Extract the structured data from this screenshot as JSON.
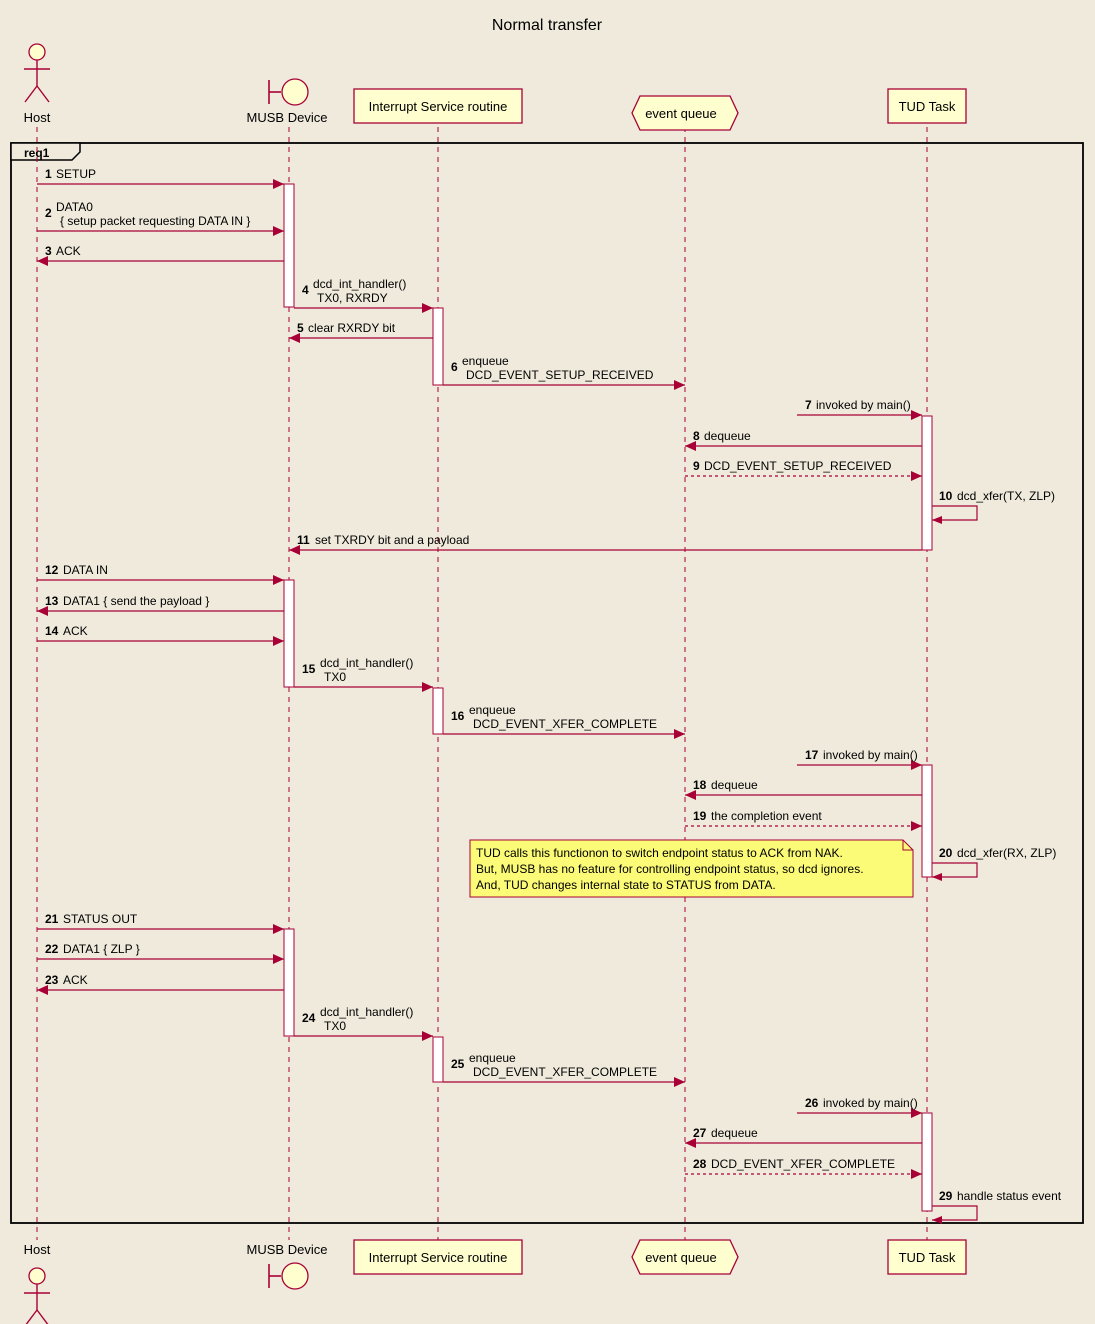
{
  "title": "Normal transfer",
  "participants": [
    {
      "name": "Host",
      "kind": "actor"
    },
    {
      "name": "MUSB Device",
      "kind": "boundary"
    },
    {
      "name": "Interrupt Service routine",
      "kind": "participant"
    },
    {
      "name": "event queue",
      "kind": "queue"
    },
    {
      "name": "TUD Task",
      "kind": "participant"
    }
  ],
  "group": {
    "label": "req1"
  },
  "messages": [
    {
      "n": "1",
      "from": 0,
      "to": 1,
      "lines": [
        "SETUP"
      ]
    },
    {
      "n": "2",
      "from": 0,
      "to": 1,
      "lines": [
        "DATA0",
        "{ setup packet requesting DATA IN }"
      ]
    },
    {
      "n": "3",
      "from": 1,
      "to": 0,
      "lines": [
        "ACK"
      ]
    },
    {
      "n": "4",
      "from": 1,
      "to": 2,
      "lines": [
        "dcd_int_handler()",
        "TX0, RXRDY"
      ]
    },
    {
      "n": "5",
      "from": 2,
      "to": 1,
      "lines": [
        "clear RXRDY bit"
      ]
    },
    {
      "n": "6",
      "from": 2,
      "to": 3,
      "lines": [
        "enqueue",
        "DCD_EVENT_SETUP_RECEIVED"
      ]
    },
    {
      "n": "7",
      "from": "found",
      "to": 4,
      "lines": [
        "invoked by main()"
      ]
    },
    {
      "n": "8",
      "from": 4,
      "to": 3,
      "lines": [
        "dequeue"
      ]
    },
    {
      "n": "9",
      "from": 3,
      "to": 4,
      "lines": [
        "DCD_EVENT_SETUP_RECEIVED"
      ],
      "dashed": true
    },
    {
      "n": "10",
      "from": 4,
      "to": 4,
      "lines": [
        "dcd_xfer(TX, ZLP)"
      ]
    },
    {
      "n": "11",
      "from": 4,
      "to": 1,
      "lines": [
        "set TXRDY bit and a payload"
      ]
    },
    {
      "n": "12",
      "from": 0,
      "to": 1,
      "lines": [
        "DATA IN"
      ]
    },
    {
      "n": "13",
      "from": 1,
      "to": 0,
      "lines": [
        "DATA1 { send the payload }"
      ]
    },
    {
      "n": "14",
      "from": 0,
      "to": 1,
      "lines": [
        "ACK"
      ]
    },
    {
      "n": "15",
      "from": 1,
      "to": 2,
      "lines": [
        "dcd_int_handler()",
        "TX0"
      ]
    },
    {
      "n": "16",
      "from": 2,
      "to": 3,
      "lines": [
        "enqueue",
        "DCD_EVENT_XFER_COMPLETE"
      ]
    },
    {
      "n": "17",
      "from": "found",
      "to": 4,
      "lines": [
        "invoked by main()"
      ]
    },
    {
      "n": "18",
      "from": 4,
      "to": 3,
      "lines": [
        "dequeue"
      ]
    },
    {
      "n": "19",
      "from": 3,
      "to": 4,
      "lines": [
        "the completion event"
      ],
      "dashed": true
    },
    {
      "n": "20",
      "from": 4,
      "to": 4,
      "lines": [
        "dcd_xfer(RX, ZLP)"
      ]
    },
    {
      "n": "21",
      "from": 0,
      "to": 1,
      "lines": [
        "STATUS OUT"
      ]
    },
    {
      "n": "22",
      "from": 0,
      "to": 1,
      "lines": [
        "DATA1 { ZLP }"
      ]
    },
    {
      "n": "23",
      "from": 1,
      "to": 0,
      "lines": [
        "ACK"
      ]
    },
    {
      "n": "24",
      "from": 1,
      "to": 2,
      "lines": [
        "dcd_int_handler()",
        "TX0"
      ]
    },
    {
      "n": "25",
      "from": 2,
      "to": 3,
      "lines": [
        "enqueue",
        "DCD_EVENT_XFER_COMPLETE"
      ]
    },
    {
      "n": "26",
      "from": "found",
      "to": 4,
      "lines": [
        "invoked by main()"
      ]
    },
    {
      "n": "27",
      "from": 4,
      "to": 3,
      "lines": [
        "dequeue"
      ]
    },
    {
      "n": "28",
      "from": 3,
      "to": 4,
      "lines": [
        "DCD_EVENT_XFER_COMPLETE"
      ],
      "dashed": true
    },
    {
      "n": "29",
      "from": 4,
      "to": 4,
      "lines": [
        "handle status event"
      ]
    }
  ],
  "note": {
    "lines": [
      "TUD calls this functionon to switch endpoint status to ACK from NAK.",
      "But, MUSB has no feature for controlling endpoint status, so dcd ignores.",
      "And, TUD changes internal state to STATUS from DATA."
    ]
  },
  "colors": {
    "line": "#A80036",
    "box": "#FEFECE",
    "note": "#FBFB77",
    "background": "#EFEADC"
  }
}
